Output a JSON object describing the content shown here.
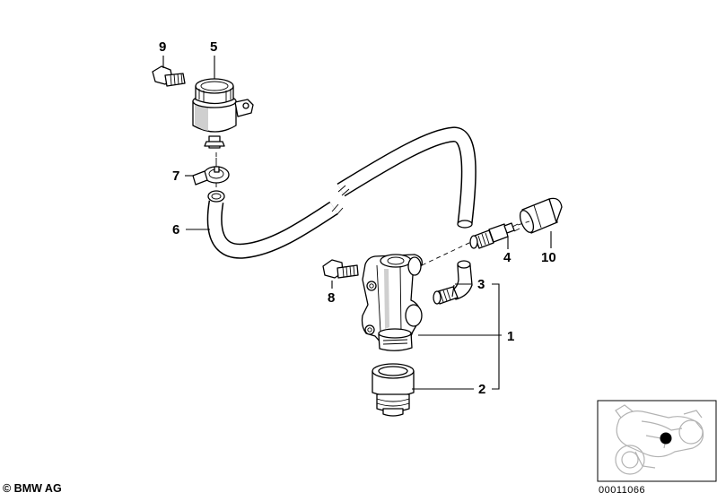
{
  "callouts": {
    "n1": "1",
    "n2": "2",
    "n3": "3",
    "n4": "4",
    "n5": "5",
    "n6": "6",
    "n7": "7",
    "n8": "8",
    "n9": "9",
    "n10": "10"
  },
  "footer": {
    "copyright": "© BMW AG",
    "drawing_number": "00011066"
  }
}
